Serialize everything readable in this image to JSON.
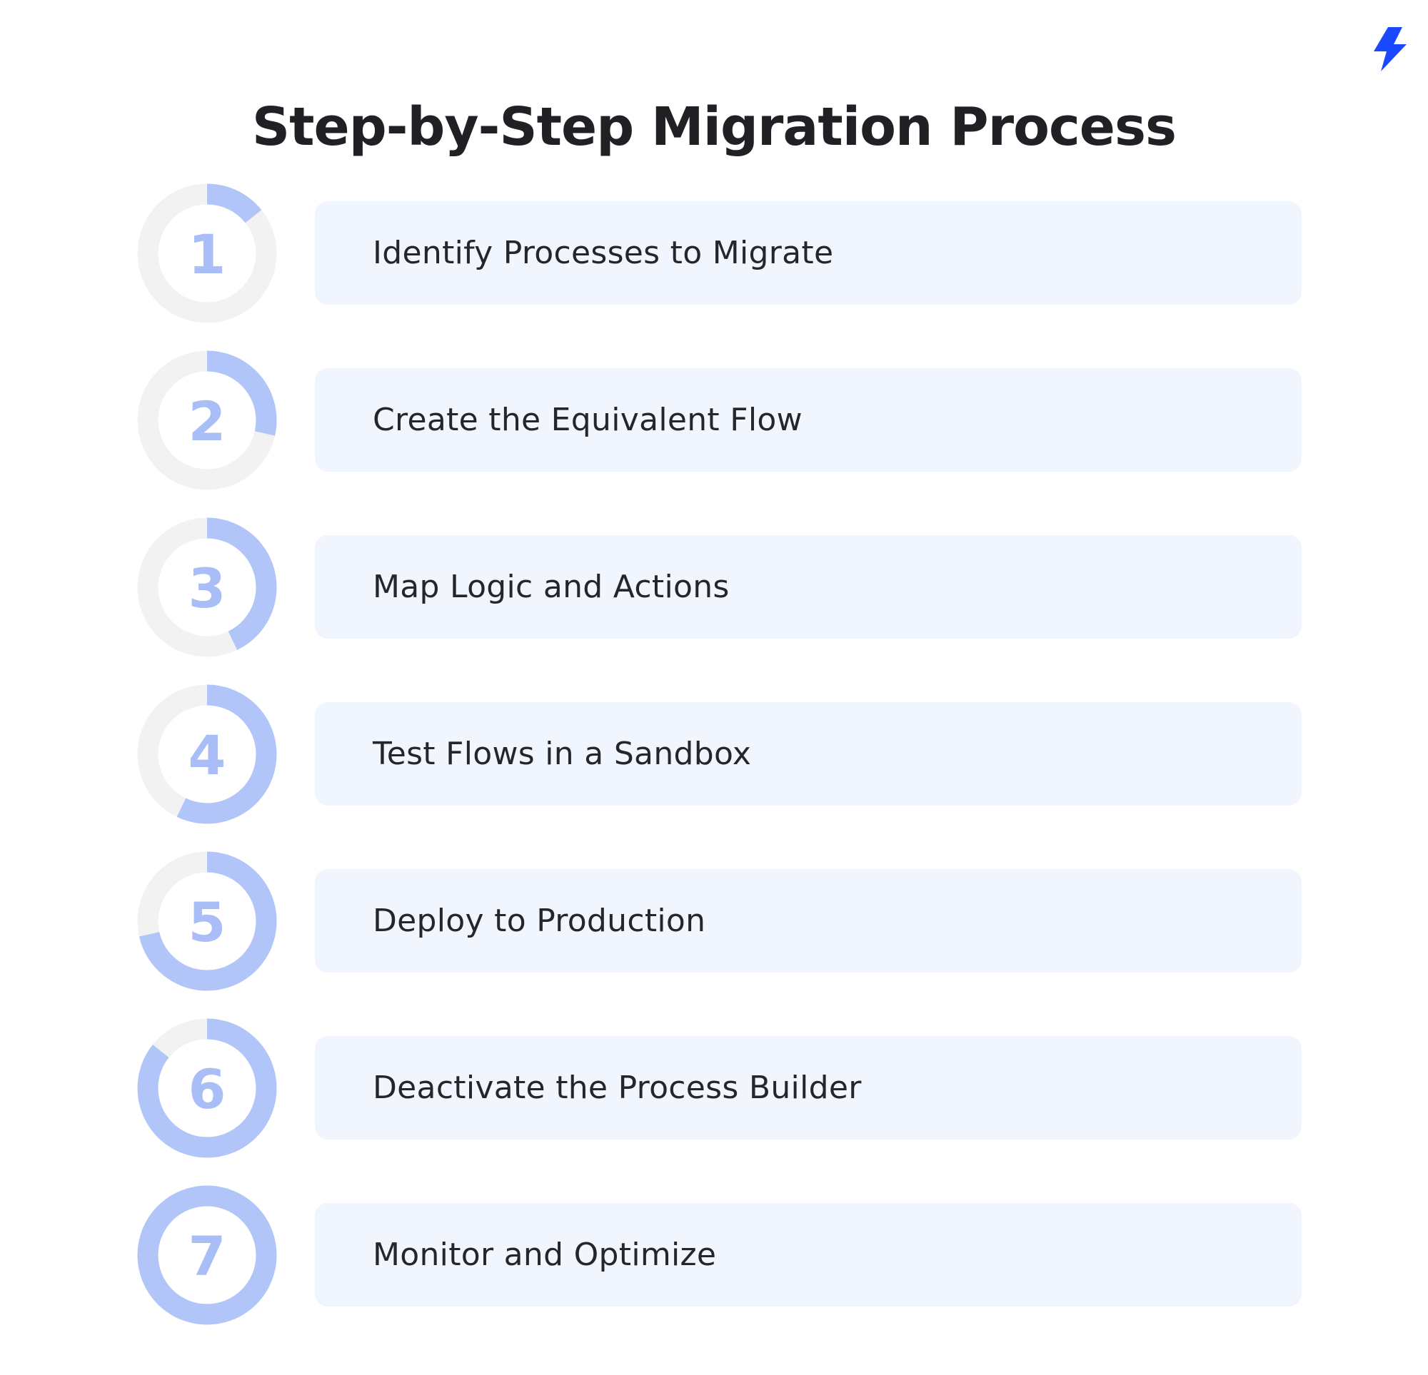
{
  "title": "Step-by-Step Migration Process",
  "colors": {
    "accent": "#b2c5f8",
    "track": "#f2f2f2",
    "number": "#a9bdf6",
    "card": "#f1f5fe",
    "text": "#24262b",
    "logo": "#1a49ff"
  },
  "logo": {
    "icon": "lightning-bolt-icon"
  },
  "steps": [
    {
      "number": "1",
      "label": "Identify Processes to Migrate",
      "progress": 0.142857
    },
    {
      "number": "2",
      "label": "Create the Equivalent Flow",
      "progress": 0.285714
    },
    {
      "number": "3",
      "label": "Map Logic and Actions",
      "progress": 0.428571
    },
    {
      "number": "4",
      "label": "Test Flows in a Sandbox",
      "progress": 0.571429
    },
    {
      "number": "5",
      "label": "Deploy to Production",
      "progress": 0.714286
    },
    {
      "number": "6",
      "label": "Deactivate the Process Builder",
      "progress": 0.857143
    },
    {
      "number": "7",
      "label": "Monitor and Optimize",
      "progress": 1.0
    }
  ]
}
